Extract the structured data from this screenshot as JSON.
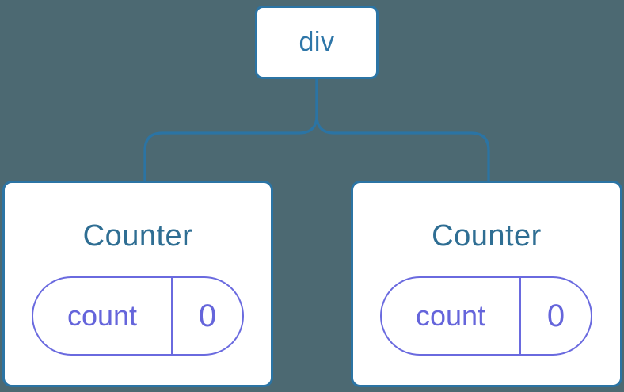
{
  "diagram": {
    "type": "component-tree",
    "colors": {
      "background": "#4C6972",
      "line": "#2B74A4",
      "node_border": "#2B74A4",
      "root_label_text": "#2E76A8",
      "card_title_text": "#2F6E93",
      "state_pill_purple": "#6A6ADF",
      "node_fill": "#FFFFFF"
    },
    "root": {
      "label": "div"
    },
    "children": [
      {
        "title": "Counter",
        "state": {
          "key": "count",
          "value": "0"
        }
      },
      {
        "title": "Counter",
        "state": {
          "key": "count",
          "value": "0"
        }
      }
    ]
  }
}
